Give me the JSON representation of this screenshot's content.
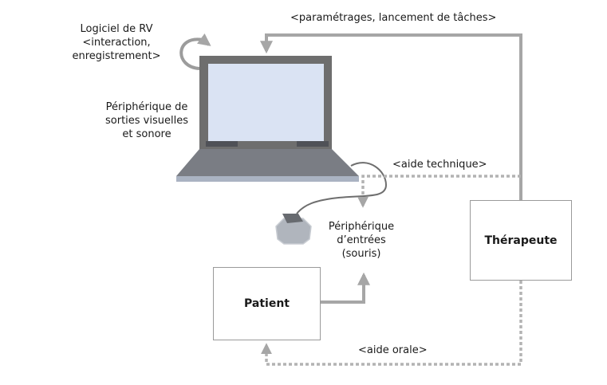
{
  "labels": {
    "software_line1": "Logiciel de RV",
    "software_line2": "<interaction,",
    "software_line3": "enregistrement>",
    "output_line1": "Périphérique de",
    "output_line2": "sorties visuelles",
    "output_line3": "et sonore",
    "input_line1": "Périphérique",
    "input_line2": "d’entrées",
    "input_line3": "(souris)",
    "settings_flow": "<paramétrages, lancement de tâches>",
    "tech_help_flow": "<aide technique>",
    "oral_help_flow": "<aide orale>"
  },
  "nodes": {
    "patient": "Patient",
    "therapist": "Thérapeute"
  },
  "colors": {
    "arrow_solid": "#a6a6a6",
    "arrow_dotted": "#b3b3b3",
    "laptop_frame": "#6e6e6e",
    "laptop_screen": "#dae3f3",
    "laptop_base": "#7a7d84",
    "laptop_edge": "#aab3c2",
    "mouse": "#b0b5bd"
  }
}
